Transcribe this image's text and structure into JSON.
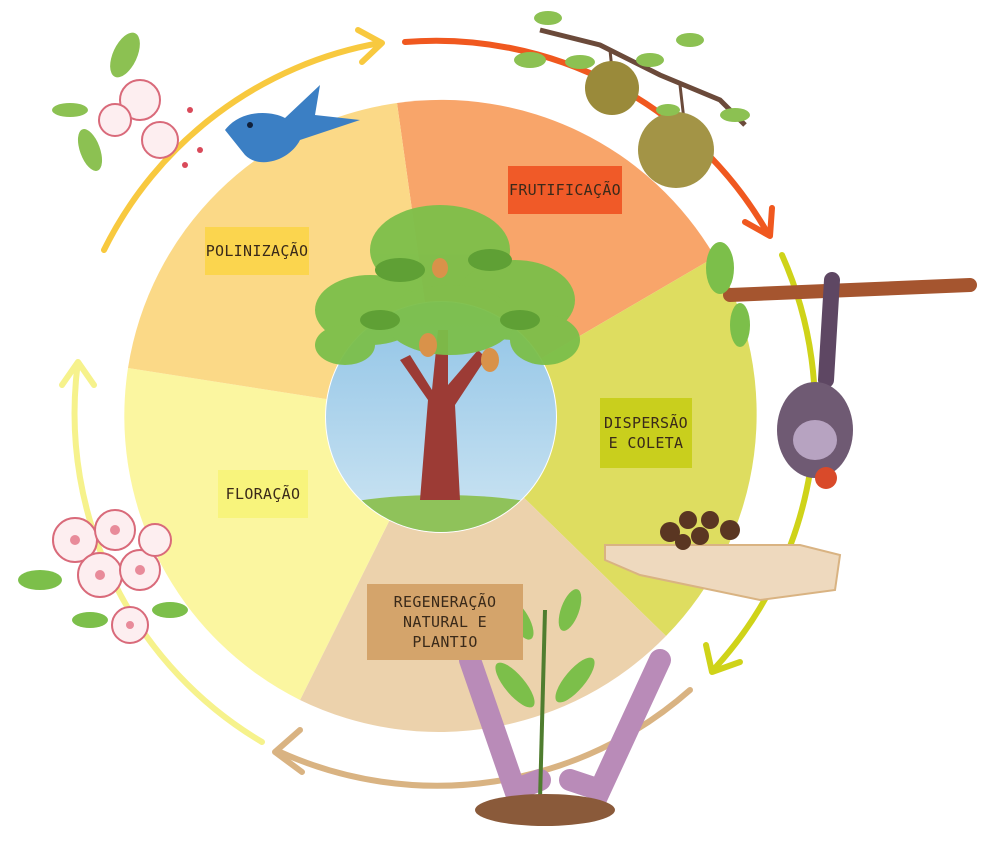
{
  "stages": {
    "frutificacao": "FRUTIFICAÇÃO",
    "dispersao": "DISPERSÃO\nE COLETA",
    "regeneracao": "REGENERAÇÃO\nNATURAL E PLANTIO",
    "floracao": "FLORAÇÃO",
    "polinizacao": "POLINIZAÇÃO"
  },
  "colors": {
    "frutificacao_sector": "#f8a56a",
    "dispersao_sector": "#dedd60",
    "regeneracao_sector": "#ecd2ac",
    "floracao_sector": "#fbf6a0",
    "polinizacao_sector": "#fbd987",
    "frutificacao_label_bg": "#f05a28",
    "dispersao_label_bg": "#c9cf1d",
    "regeneracao_label_bg": "#d4a46b",
    "floracao_label_bg": "#f8f47c",
    "polinizacao_label_bg": "#fbd54e",
    "arrow_orange": "#f0581f",
    "arrow_olive": "#cfd319",
    "arrow_tan": "#d9b382",
    "arrow_yellow": "#f6f28c",
    "arrow_gold": "#f8c93f"
  },
  "icons": [
    "tree-icon",
    "fruit-branch-icon",
    "monkey-icon",
    "seeds-hand-icon",
    "seedling-hands-icon",
    "flowers-icon",
    "flower-branch-icon",
    "bird-icon"
  ]
}
